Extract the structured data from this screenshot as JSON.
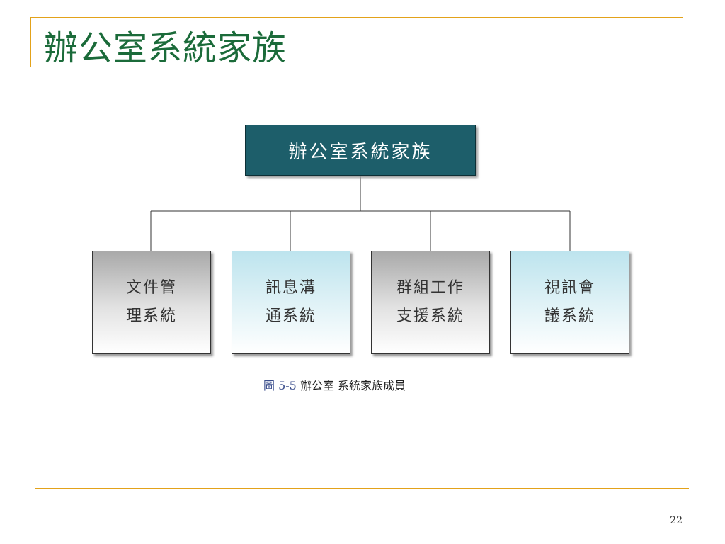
{
  "slide": {
    "title": "辦公室系統家族",
    "page_number": "22"
  },
  "diagram": {
    "root": "辦公室系統家族",
    "children": [
      {
        "line1": "文件管",
        "line2": "理系統",
        "style": "gray"
      },
      {
        "line1": "訊息溝",
        "line2": "通系統",
        "style": "blue"
      },
      {
        "line1": "群組工作",
        "line2": "支援系統",
        "style": "gray"
      },
      {
        "line1": "視訊會",
        "line2": "議系統",
        "style": "blue"
      }
    ],
    "caption_label": "圖 5-5",
    "caption_text": "辦公室 系統家族成員"
  },
  "colors": {
    "accent": "#E3A21A",
    "title_text": "#1B6B3A",
    "root_fill": "#1D5E6A",
    "caption_label": "#3B4E8C"
  }
}
